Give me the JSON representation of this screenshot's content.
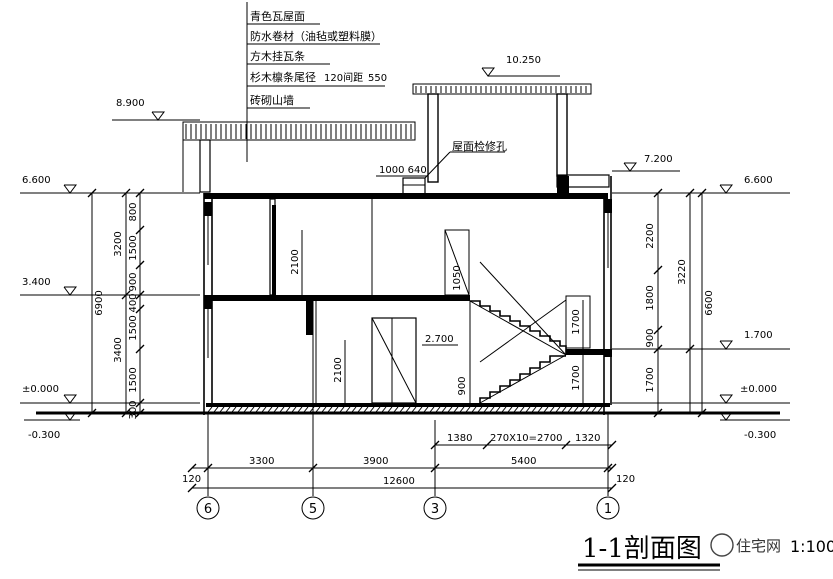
{
  "roof_notes": [
    "青色瓦屋面",
    "防水卷材（油毡或塑料膜）",
    "方木挂瓦条",
    "杉木檩条尾径",
    "120间距",
    "550",
    "砖砌山墙"
  ],
  "elevations": {
    "left_top": "6.600",
    "left_mid": "3.400",
    "left_zero": "±0.000",
    "left_ground": "-0.300",
    "right_top": "6.600",
    "right_mid": "1.700",
    "right_zero": "±0.000",
    "right_ground": "-0.300",
    "roof_left": "8.900",
    "roof_top": "10.250",
    "roof_right": "7.200",
    "stair_landing": "2.700"
  },
  "labels": {
    "roof_hatch": "屋面检修孔",
    "hatch_dims": "1000 640"
  },
  "dims": {
    "left_outer": [
      "3200",
      "3400"
    ],
    "left_total": "6900",
    "left_inner": [
      "800",
      "1500",
      "900",
      "400",
      "1500",
      "1500",
      "300"
    ],
    "right_inner": [
      "2200",
      "1800",
      "900",
      "1700"
    ],
    "right_mid": "3220",
    "right_total": "6600",
    "door_height_upper": "2100",
    "door_height_lower": "2100",
    "stair_rail_upper": "1050",
    "stair_rail_lower": "900",
    "stair_flight_upper": "1700",
    "stair_flight_lower": "1700",
    "bottom_row1": [
      "1380",
      "270X10=2700",
      "1320"
    ],
    "bottom_row2": [
      "3300",
      "3900",
      "5400"
    ],
    "bottom_total": "12600",
    "edge_left": "120",
    "edge_right": "120"
  },
  "axes": [
    "6",
    "5",
    "3",
    "1"
  ],
  "title": {
    "name": "1-1剖面图",
    "scale": "1:100",
    "watermark": "住宅网"
  }
}
